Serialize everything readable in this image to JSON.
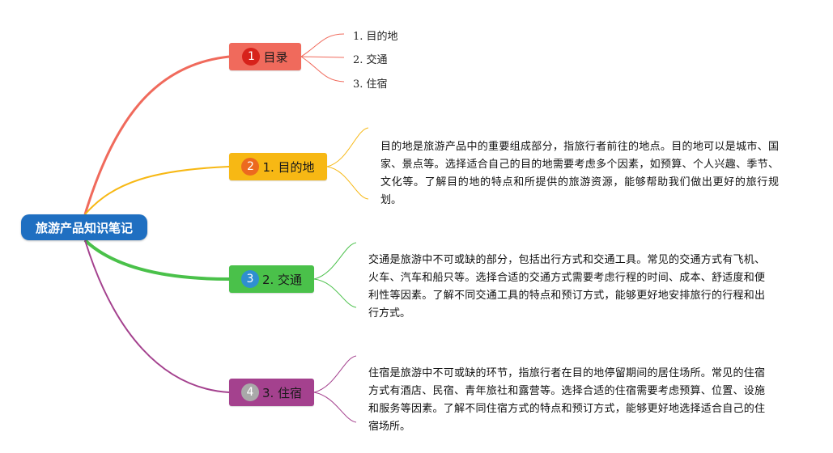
{
  "root": {
    "label": "旅游产品知识笔记"
  },
  "branches": [
    {
      "number": "1",
      "label": "目录",
      "color": "#f06a5c",
      "badge_color": "#d7221b",
      "children": [
        "1. 目的地",
        "2. 交通",
        "3. 住宿"
      ]
    },
    {
      "number": "2",
      "label": "1. 目的地",
      "color": "#f7b814",
      "badge_color": "#ec6a1f",
      "text": "目的地是旅游产品中的重要组成部分，指旅行者前往的地点。目的地可以是城市、国家、景点等。选择适合自己的目的地需要考虑多个因素，如预算、个人兴趣、季节、文化等。了解目的地的特点和所提供的旅游资源，能够帮助我们做出更好的旅行规划。"
    },
    {
      "number": "3",
      "label": "2. 交通",
      "color": "#4ac14a",
      "badge_color": "#2f8fd0",
      "text": "交通是旅游中不可或缺的部分，包括出行方式和交通工具。常见的交通方式有飞机、火车、汽车和船只等。选择合适的交通方式需要考虑行程的时间、成本、舒适度和便利性等因素。了解不同交通工具的特点和预订方式，能够更好地安排旅行的行程和出行方式。"
    },
    {
      "number": "4",
      "label": "3. 住宿",
      "color": "#a4418e",
      "badge_color": "#a9a9a9",
      "text": "住宿是旅游中不可或缺的环节，指旅行者在目的地停留期间的居住场所。常见的住宿方式有酒店、民宿、青年旅社和露营等。选择合适的住宿需要考虑预算、位置、设施和服务等因素。了解不同住宿方式的特点和预订方式，能够更好地选择适合自己的住宿场所。"
    }
  ]
}
